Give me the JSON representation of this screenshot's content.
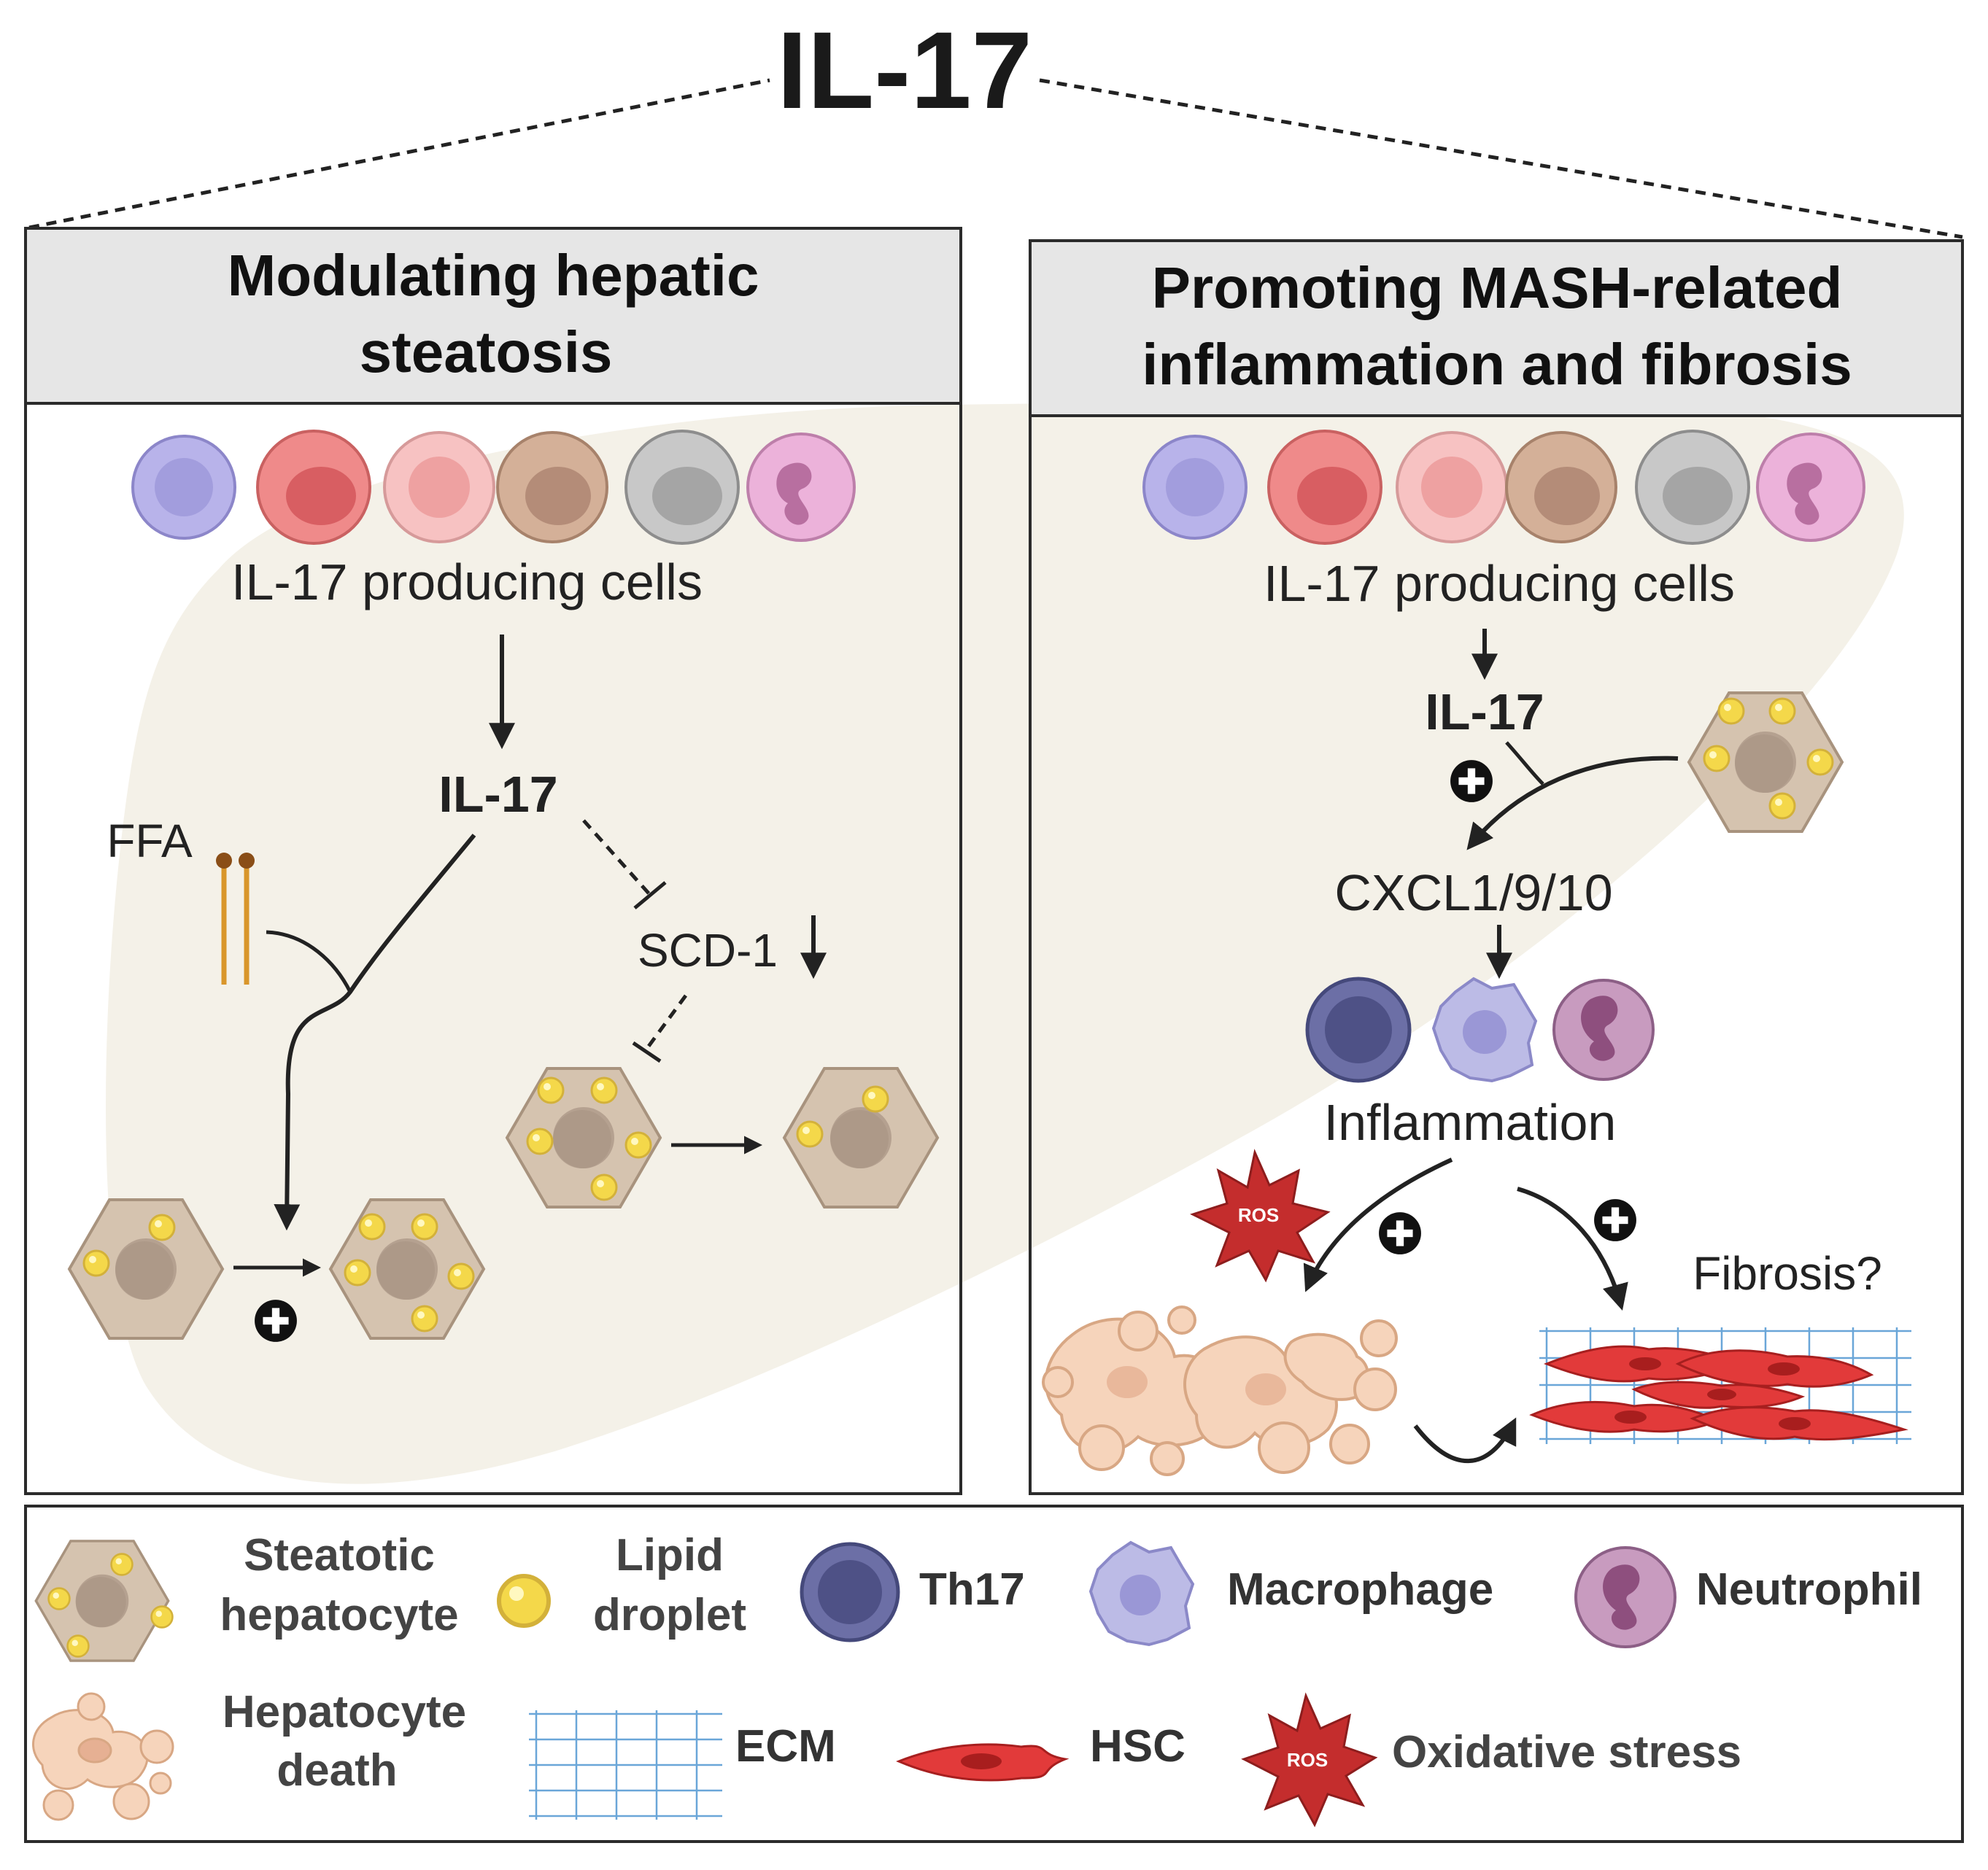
{
  "title": "IL-17",
  "left_panel": {
    "header_line1": "Modulating hepatic",
    "header_line2": "steatosis",
    "producing_cells_label": "IL-17 producing cells",
    "il17_label": "IL-17",
    "ffa_label": "FFA",
    "scd1_label": "SCD-1"
  },
  "right_panel": {
    "header_line1": "Promoting MASH-related",
    "header_line2": "inflammation and fibrosis",
    "producing_cells_label": "IL-17 producing cells",
    "il17_label": "IL-17",
    "chemokines_label": "CXCL1/9/10",
    "inflammation_label": "Inflammation",
    "fibrosis_label": "Fibrosis?",
    "ros_label": "ROS"
  },
  "legend": {
    "steatotic_line1": "Steatotic",
    "steatotic_line2": "hepatocyte",
    "lipid_line1": "Lipid",
    "lipid_line2": "droplet",
    "th17": "Th17",
    "macrophage": "Macrophage",
    "neutrophil": "Neutrophil",
    "death_line1": "Hepatocyte",
    "death_line2": "death",
    "ecm": "ECM",
    "hsc": "HSC",
    "ros": "ROS",
    "oxidative": "Oxidative stress"
  },
  "colors": {
    "panel_header": "#e6e6e6",
    "liver": "#f3f0e6",
    "hepatocyte": "#d5c3af",
    "lipid": "#f4d84a",
    "th17": "#6c6fa6",
    "macrophage": "#a9a8dd",
    "neutrophil": "#a77ea4",
    "hsc": "#e23a3a",
    "ros": "#c42d2d",
    "ffa": "#d9962b"
  }
}
